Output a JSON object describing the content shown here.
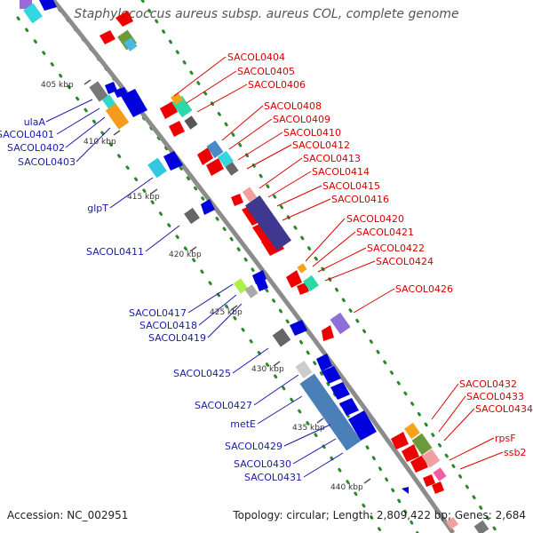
{
  "title": "Staphylococcus aureus subsp. aureus COL, complete genome",
  "accession_text": "Accession: NC_002951",
  "stats_text": "Topology: circular; Length: 2,809,422 bp; Genes: 2,684",
  "kbp_labels": [
    "405 kbp",
    "410 kbp",
    "415 kbp",
    "420 kbp",
    "425 kbp",
    "430 kbp",
    "435 kbp",
    "440 kbp"
  ],
  "left_labels": [
    "ulaA",
    "SACOL0401",
    "SACOL0402",
    "SACOL0403",
    "glpT",
    "SACOL0411",
    "SACOL0417",
    "SACOL0418",
    "SACOL0419",
    "SACOL0425",
    "SACOL0427",
    "metE",
    "SACOL0429",
    "SACOL0430",
    "SACOL0431"
  ],
  "right_labels": [
    "SACOL0404",
    "SACOL0405",
    "SACOL0406",
    "SACOL0408",
    "SACOL0409",
    "SACOL0410",
    "SACOL0412",
    "SACOL0413",
    "SACOL0414",
    "SACOL0415",
    "SACOL0416",
    "SACOL0420",
    "SACOL0421",
    "SACOL0422",
    "SACOL0424",
    "SACOL0426",
    "SACOL0432",
    "SACOL0433",
    "SACOL0434",
    "rpsF",
    "ssb2"
  ],
  "colors": {
    "backbone": "#8c8c8c",
    "forward_label": "#1a1aa6",
    "reverse_label": "#d90000",
    "forward_gene": "#0000dd",
    "reverse_gene": "#ee0000",
    "gc_dots": "#2a8a2a"
  }
}
